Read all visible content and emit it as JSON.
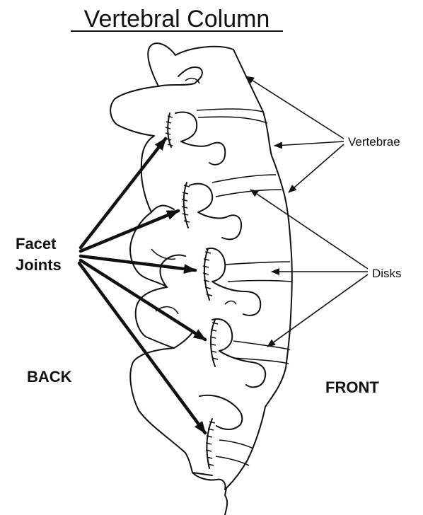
{
  "title": "Vertebral Column",
  "labels": {
    "facet_line1": "Facet",
    "facet_line2": "Joints",
    "vertebrae": "Vertebrae",
    "disks": "Disks",
    "back": "BACK",
    "front": "FRONT"
  },
  "colors": {
    "ink": "#111111",
    "background": "#ffffff"
  }
}
